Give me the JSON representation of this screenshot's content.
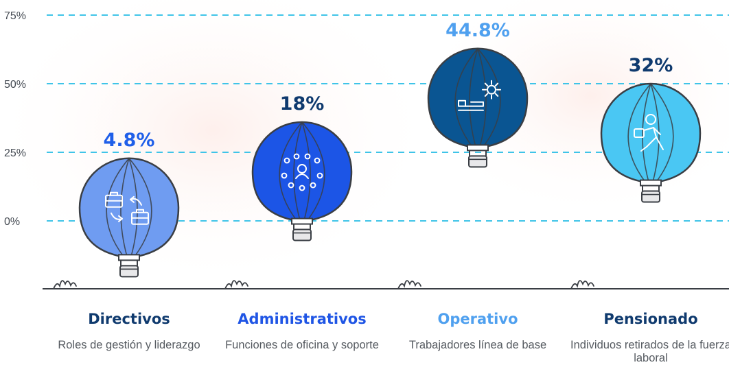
{
  "chart_data": {
    "type": "bar",
    "categories": [
      "Directivos",
      "Administrativos",
      "Operativo",
      "Pensionado"
    ],
    "values": [
      4.8,
      18,
      44.8,
      32
    ],
    "value_labels": [
      "4.8%",
      "18%",
      "44.8%",
      "32%"
    ],
    "descriptions": [
      "Roles de gestión y liderazgo",
      "Funciones de oficina y soporte",
      "Trabajadores línea de base",
      "Individuos retirados de la fuerza laboral"
    ],
    "y_ticks": [
      0,
      25,
      50,
      75
    ],
    "y_tick_labels": [
      "0%",
      "25%",
      "50%",
      "75%"
    ],
    "ylim": [
      0,
      75
    ],
    "grid": true,
    "colors": {
      "balloons": [
        "#6f9cf1",
        "#1c55e6",
        "#0a5592",
        "#4ac7f3"
      ],
      "value_text": [
        "#1f5fe9",
        "#0f3a6e",
        "#4fa0ef",
        "#0f3a6e"
      ],
      "category_text": [
        "#0f3a6e",
        "#1f55e5",
        "#4fa0ef",
        "#0f3a6e"
      ],
      "gridline": "#3fc4e8",
      "outline": "#3a3e44"
    },
    "icons": [
      "briefcase-swap-icon",
      "team-network-icon",
      "gear-tool-icon",
      "delivery-person-icon"
    ]
  }
}
